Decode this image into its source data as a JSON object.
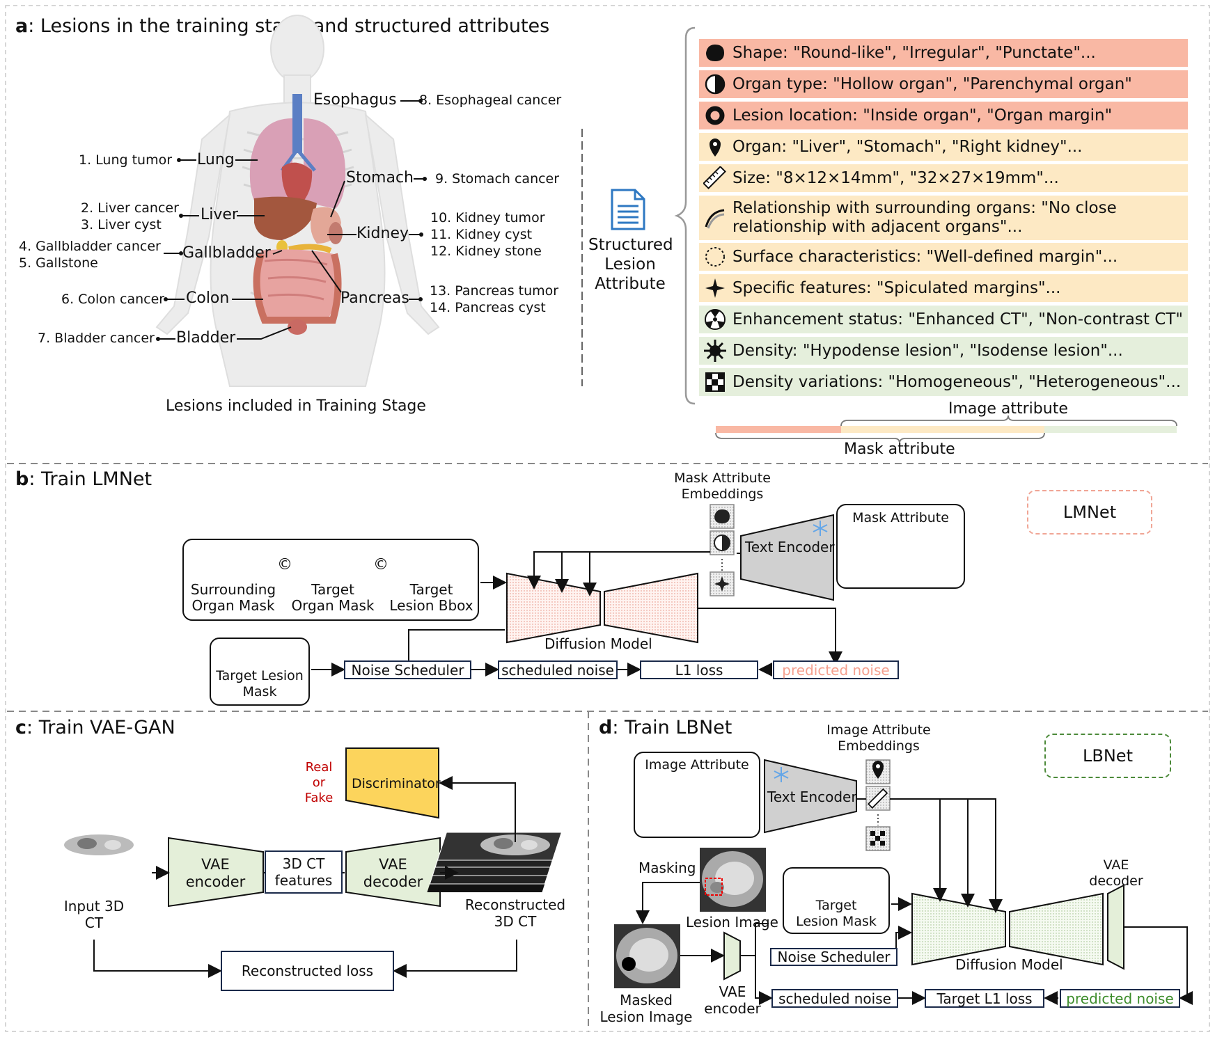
{
  "sections": {
    "a_letter": "a",
    "a_title": ": Lesions in the training stage and structured attributes",
    "b_letter": "b",
    "b_title": ": Train LMNet",
    "c_letter": "c",
    "c_title": ": Train VAE-GAN",
    "d_letter": "d",
    "d_title": ": Train LBNet"
  },
  "panel_a": {
    "organs": [
      "Esophagus",
      "Lung",
      "Stomach",
      "Liver",
      "Kidney",
      "Gallbladder",
      "Pancreas",
      "Colon",
      "Bladder"
    ],
    "lesions": {
      "l1": "1. Lung tumor",
      "l2": "2. Liver cancer",
      "l3": "3. Liver cyst",
      "l4": "4. Gallbladder cancer",
      "l5": "5. Gallstone",
      "l6": "6. Colon cancer",
      "l7": "7. Bladder cancer",
      "l8": "8. Esophageal cancer",
      "l9": "9. Stomach cancer",
      "l10": "10. Kidney tumor",
      "l11": "11. Kidney cyst",
      "l12": "12. Kidney stone",
      "l13": "13. Pancreas tumor",
      "l14": "14. Pancreas cyst"
    },
    "caption": "Lesions included in Training Stage",
    "structured_label": [
      "Structured",
      "Lesion",
      "Attribute"
    ],
    "attributes": [
      {
        "icon": "blob-shape-icon",
        "text": "Shape: \"Round-like\", \"Irregular\", \"Punctate\"...",
        "group": "mask"
      },
      {
        "icon": "half-circle-icon",
        "text": "Organ type: \"Hollow organ\",   \"Parenchymal organ\"",
        "group": "mask"
      },
      {
        "icon": "ring-icon",
        "text": "Lesion location:   \"Inside organ\",   \"Organ margin\"",
        "group": "mask"
      },
      {
        "icon": "location-pin-icon",
        "text": "Organ: \"Liver\",   \"Stomach\",   \"Right kidney\"...",
        "group": "shared"
      },
      {
        "icon": "ruler-icon",
        "text": "Size: \"8×12×14mm\", \"32×27×19mm\"...",
        "group": "shared"
      },
      {
        "icon": "curve-relation-icon",
        "text": "Relationship with surrounding organs: \"No close",
        "text2": "relationship with adjacent organs\"...",
        "group": "shared"
      },
      {
        "icon": "dashed-circle-icon",
        "text": "Surface characteristics: \"Well-defined margin\"...",
        "group": "shared"
      },
      {
        "icon": "sparkle-icon",
        "text": "Specific features: \"Spiculated margins\"...",
        "group": "shared"
      },
      {
        "icon": "radiation-icon",
        "text": "Enhancement status: \"Enhanced CT\", \"Non-contrast CT\"",
        "group": "image"
      },
      {
        "icon": "sun-burst-icon",
        "text": "Density: \"Hypodense lesion\", \"Isodense lesion\"...",
        "group": "image"
      },
      {
        "icon": "checker-icon",
        "text": "Density variations: \"Homogeneous\", \"Heterogeneous\"...",
        "group": "image"
      }
    ],
    "image_attribute_label": "Image attribute",
    "mask_attribute_label": "Mask attribute",
    "colors": {
      "mask": "#f9b8a4",
      "shared": "#fde9c4",
      "image": "#e5efdc"
    }
  },
  "panel_b": {
    "mask_attr_embeddings": [
      "Mask Attribute",
      "Embeddings"
    ],
    "text_encoder": "Text Encoder",
    "mask_attribute": "Mask Attribute",
    "surrounding_organ_mask": [
      "Surrounding",
      "Organ Mask"
    ],
    "target_organ_mask": [
      "Target",
      "Organ Mask"
    ],
    "target_lesion_bbox": [
      "Target",
      "Lesion Bbox"
    ],
    "concat_symbol": "©",
    "diffusion_model": "Diffusion Model",
    "target_lesion_mask": [
      "Target Lesion",
      "Mask"
    ],
    "noise_scheduler": "Noise Scheduler",
    "scheduled_noise": "scheduled noise",
    "l1_loss": "L1 loss",
    "predicted_noise": "predicted noise",
    "model_name": "LMNet"
  },
  "panel_c": {
    "real_or_fake": [
      "Real",
      "or",
      "Fake"
    ],
    "discriminator": "Discriminator",
    "vae_encoder": [
      "VAE",
      "encoder"
    ],
    "features": [
      "3D CT",
      "features"
    ],
    "vae_decoder": [
      "VAE",
      "decoder"
    ],
    "input_ct": [
      "Input 3D",
      "CT"
    ],
    "reconstructed_ct": [
      "Reconstructed",
      "3D CT"
    ],
    "reconstructed_loss": "Reconstructed loss"
  },
  "panel_d": {
    "image_attr_embeddings": [
      "Image Attribute",
      "Embeddings"
    ],
    "image_attribute": "Image Attribute",
    "text_encoder": "Text Encoder",
    "model_name": "LBNet",
    "masking": "Masking",
    "lesion_image": "Lesion Image",
    "target_lesion_mask": [
      "Target",
      "Lesion Mask"
    ],
    "vae_decoder": [
      "VAE",
      "decoder"
    ],
    "diffusion_model": "Diffusion Model",
    "masked_lesion_image": [
      "Masked",
      "Lesion Image"
    ],
    "vae_encoder": [
      "VAE",
      "encoder"
    ],
    "noise_scheduler": "Noise Scheduler",
    "scheduled_noise": "scheduled noise",
    "target_l1_loss": "Target L1 loss",
    "predicted_noise": "predicted noise"
  }
}
